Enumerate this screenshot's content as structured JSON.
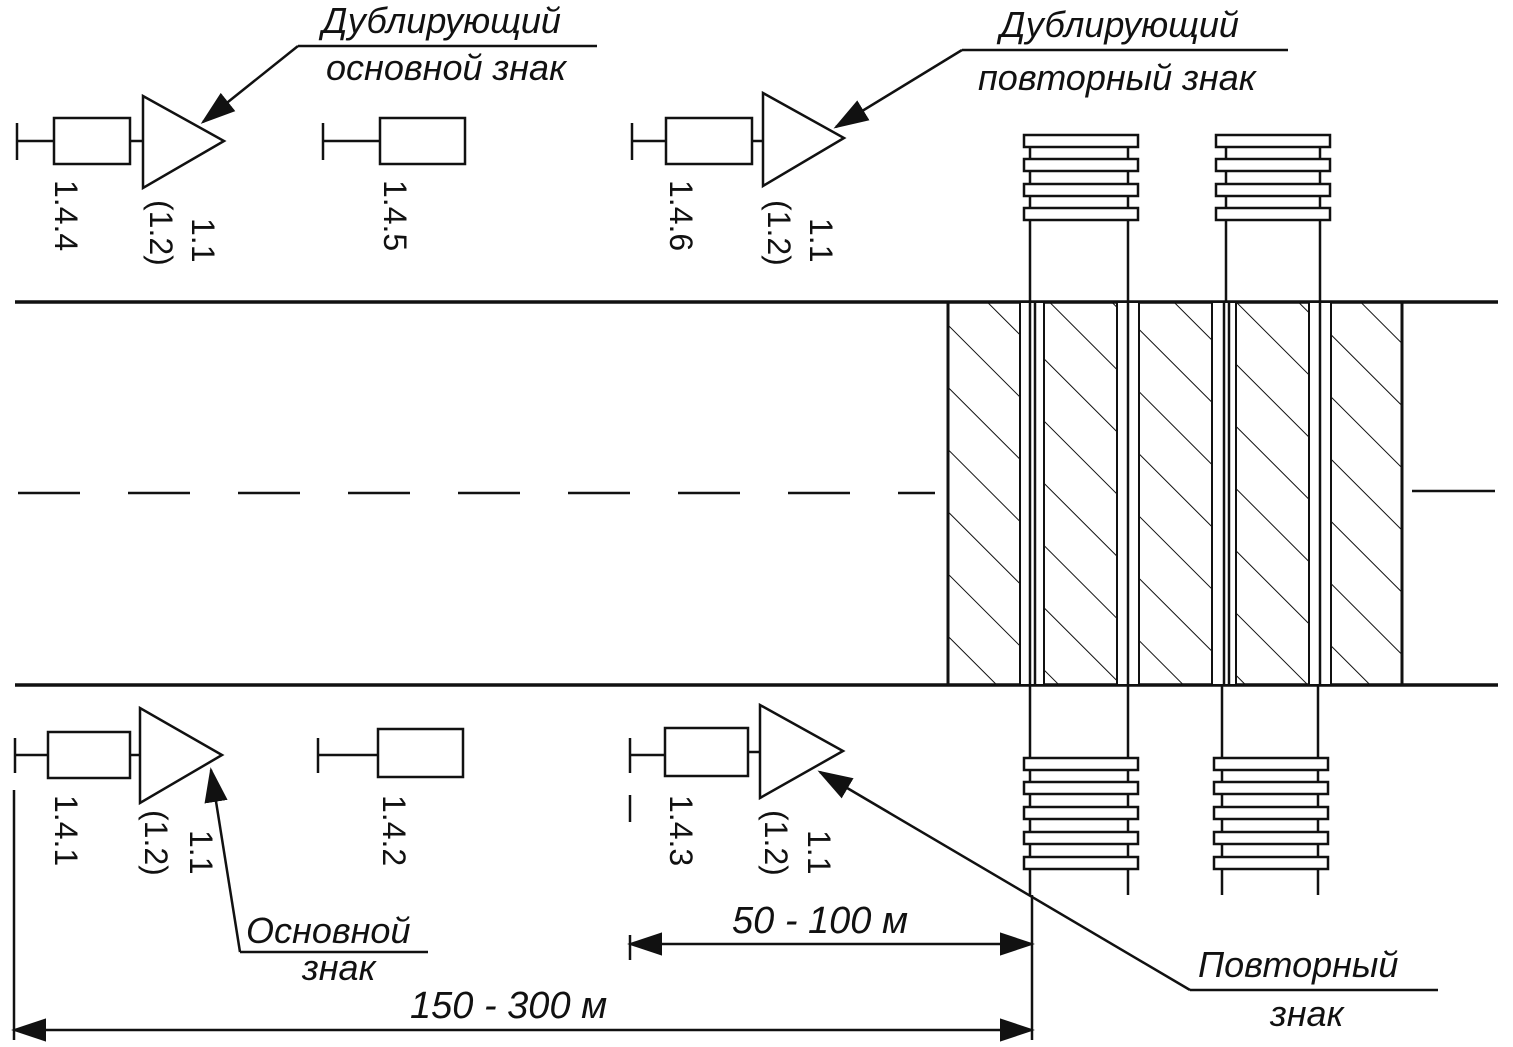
{
  "captions": {
    "dup_main": [
      "Дублирующий",
      "основной знак"
    ],
    "dup_repeat": [
      "Дублирующий",
      "повторный знак"
    ],
    "main": [
      "Основной",
      "знак"
    ],
    "repeat": [
      "Повторный",
      "знак"
    ]
  },
  "sign_codes": {
    "top_far": {
      "plate": "1.4.4",
      "sign": "1.1",
      "alt": "(1.2)"
    },
    "top_mid": {
      "plate": "1.4.5"
    },
    "top_near": {
      "plate": "1.4.6",
      "sign": "1.1",
      "alt": "(1.2)"
    },
    "bottom_far": {
      "plate": "1.4.1",
      "sign": "1.1",
      "alt": "(1.2)"
    },
    "bottom_mid": {
      "plate": "1.4.2"
    },
    "bottom_near": {
      "plate": "1.4.3",
      "sign": "1.1",
      "alt": "(1.2)"
    }
  },
  "dimensions": {
    "short": "50 - 100 м",
    "long": "150 - 300 м"
  },
  "colors": {
    "ink": "#111111",
    "background": "#ffffff"
  }
}
